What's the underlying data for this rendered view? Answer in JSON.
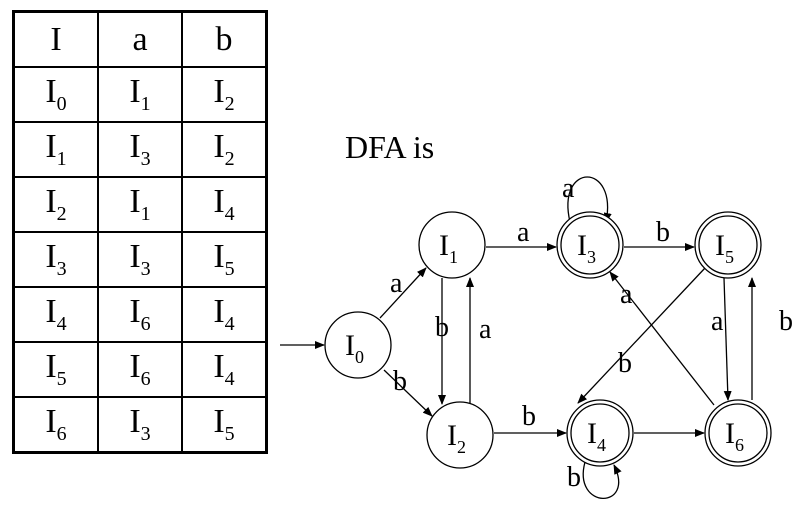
{
  "table": {
    "header": [
      "I",
      "a",
      "b"
    ],
    "rows": [
      [
        "I0",
        "I1",
        "I2"
      ],
      [
        "I1",
        "I3",
        "I2"
      ],
      [
        "I2",
        "I1",
        "I4"
      ],
      [
        "I3",
        "I3",
        "I5"
      ],
      [
        "I4",
        "I6",
        "I4"
      ],
      [
        "I5",
        "I6",
        "I4"
      ],
      [
        "I6",
        "I3",
        "I5"
      ]
    ]
  },
  "caption": "DFA is",
  "diagram": {
    "start_state": "I0",
    "states": [
      {
        "id": "I0",
        "base": "I",
        "sub": "0",
        "accepting": false
      },
      {
        "id": "I1",
        "base": "I",
        "sub": "1",
        "accepting": false
      },
      {
        "id": "I2",
        "base": "I",
        "sub": "2",
        "accepting": false
      },
      {
        "id": "I3",
        "base": "I",
        "sub": "3",
        "accepting": true
      },
      {
        "id": "I4",
        "base": "I",
        "sub": "4",
        "accepting": true
      },
      {
        "id": "I5",
        "base": "I",
        "sub": "5",
        "accepting": true
      },
      {
        "id": "I6",
        "base": "I",
        "sub": "6",
        "accepting": true
      }
    ],
    "transitions": [
      {
        "from": "I0",
        "to": "I1",
        "label": "a"
      },
      {
        "from": "I0",
        "to": "I2",
        "label": "b"
      },
      {
        "from": "I1",
        "to": "I3",
        "label": "a"
      },
      {
        "from": "I1",
        "to": "I2",
        "label": "b"
      },
      {
        "from": "I2",
        "to": "I1",
        "label": "a"
      },
      {
        "from": "I2",
        "to": "I4",
        "label": "b"
      },
      {
        "from": "I3",
        "to": "I3",
        "label": "a"
      },
      {
        "from": "I3",
        "to": "I5",
        "label": "b"
      },
      {
        "from": "I4",
        "to": "I6",
        "label": ""
      },
      {
        "from": "I4",
        "to": "I4",
        "label": "b"
      },
      {
        "from": "I5",
        "to": "I6",
        "label": "a"
      },
      {
        "from": "I5",
        "to": "I4",
        "label": "b"
      },
      {
        "from": "I6",
        "to": "I3",
        "label": "a"
      },
      {
        "from": "I6",
        "to": "I5",
        "label": "b"
      }
    ]
  }
}
